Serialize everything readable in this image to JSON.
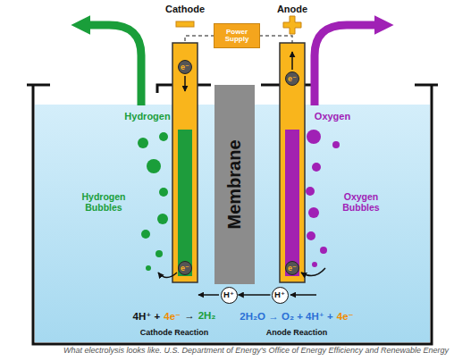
{
  "diagram": {
    "caption": "What electrolysis looks like. U.S. Department of Energy's Office of Energy Efficiency and Renewable Energy",
    "nodes": [
      {
        "text": [
          "Power Supply"
        ]
      },
      {
        "text": [
          "Membrane"
        ]
      },
      {
        "text": [
          "e⁻"
        ]
      },
      {
        "text": [
          "e⁻"
        ]
      },
      {
        "text": [
          "e⁻"
        ]
      },
      {
        "text": [
          "e⁻"
        ]
      },
      {
        "text": [
          "H⁺"
        ]
      },
      {
        "text": [
          "H⁺"
        ]
      }
    ],
    "edges": [
      {
        "from": 7,
        "to": 6,
        "arrow": "to"
      }
    ],
    "labels": [
      "Cathode",
      "Anode",
      "Hydrogen",
      "Oxygen",
      "Hydrogen Bubbles",
      "Oxygen Bubbles",
      "4H⁺ +",
      "4e⁻",
      "→",
      "2H₂",
      "Cathode Reaction",
      "2H₂O → O₂ + 4H⁺ +",
      "4e⁻",
      "Anode Reaction"
    ]
  }
}
